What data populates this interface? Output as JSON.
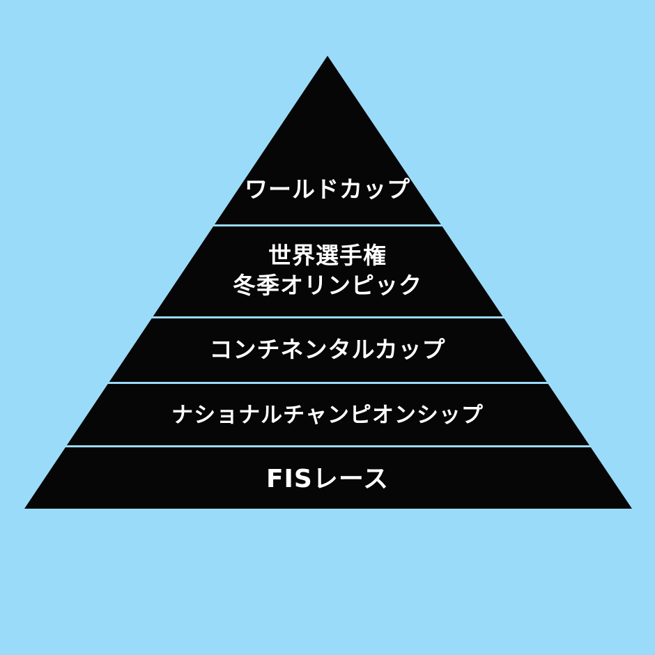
{
  "colors": {
    "background": "#9bdbfa",
    "pyramid": "#060606",
    "separator": "#9bdbfa",
    "text": "#ffffff"
  },
  "levels": [
    {
      "lines": [
        "ワールドカップ"
      ]
    },
    {
      "lines": [
        "世界選手権",
        "冬季オリンピック"
      ]
    },
    {
      "lines": [
        "コンチネンタルカップ"
      ]
    },
    {
      "lines": [
        "ナショナルチャンピオンシップ"
      ]
    },
    {
      "lines": [
        "FISレース"
      ]
    }
  ]
}
